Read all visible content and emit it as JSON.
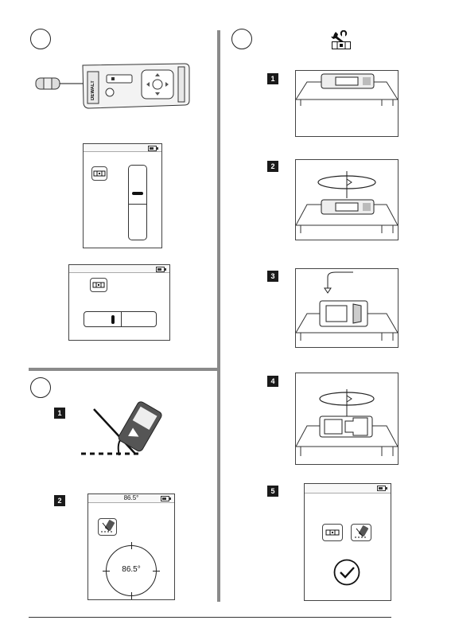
{
  "sections": {
    "top_left": {
      "marker": ""
    },
    "right": {
      "marker": ""
    },
    "bottom_left": {
      "marker": ""
    }
  },
  "steps": {
    "right": [
      "1",
      "2",
      "3",
      "4",
      "5"
    ],
    "bottom_left": [
      "1",
      "2"
    ]
  },
  "device": {
    "brand": "DEWALT"
  },
  "tilt_screen": {
    "angle_top": "86.5°",
    "angle_center": "86.5°"
  },
  "icons": {
    "calibrate": "wrench-icon",
    "level": "level-icon",
    "tilt": "tilt-sensor-icon",
    "confirm": "checkmark-icon",
    "battery": "battery-icon"
  }
}
